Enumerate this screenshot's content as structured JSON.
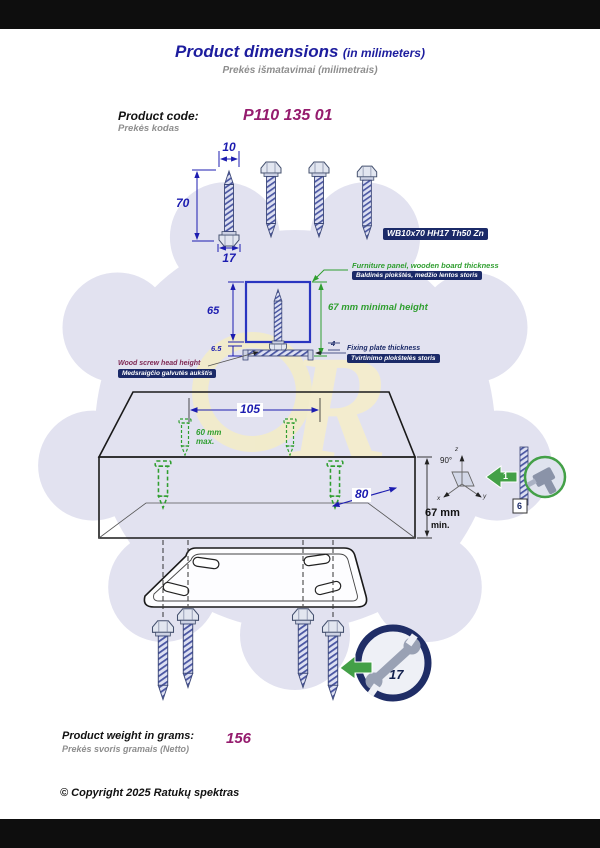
{
  "header": {
    "title": "Product dimensions",
    "title_note": "(in milimeters)",
    "subtitle": "Prekės išmatavimai (milimetrais)"
  },
  "product_code": {
    "label_en": "Product code:",
    "label_lt": "Prekės kodas",
    "value": "P110 135 01"
  },
  "screw": {
    "diameter": "10",
    "length": "70",
    "head_size": "17",
    "spec": "WB10x70 HH17 Th50 Zn"
  },
  "cross_section": {
    "panel_depth": "65",
    "head_height": "6.5",
    "plate_thickness": "4",
    "min_height_label": "67 mm minimal height",
    "furniture_panel_en": "Furniture panel, wooden board thickness",
    "furniture_panel_lt": "Baldinės plokštės, medžio lentos storis",
    "fixing_plate_en": "Fixing plate thickness",
    "fixing_plate_lt": "Tvirtinimo plokštelės storis",
    "screw_head_en": "Wood screw head height",
    "screw_head_lt": "Medsraigčio galvutės aukštis"
  },
  "box": {
    "width": "105",
    "depth": "80",
    "screw_depth_line1": "60 mm",
    "screw_depth_line2": "max.",
    "height": "67 mm",
    "height_note": "min.",
    "angle": "90°",
    "axis_x": "x",
    "axis_y": "y",
    "axis_z": "z",
    "step_number": "1",
    "screw_count": "6",
    "wrench_size": "17"
  },
  "weight": {
    "label_en": "Product weight in grams:",
    "label_lt": "Prekės svoris gramais (Netto)",
    "value": "156"
  },
  "footer": {
    "copyright": "© Copyright 2025 Ratukų spektras"
  },
  "watermark": "R",
  "colors": {
    "title_blue": "#1d1d9e",
    "code_purple": "#951c6e",
    "dimension_blue": "#1c1cb0",
    "annotation_green": "#2f9e2f",
    "navy_box": "#1b2a68",
    "watermark_lavender": "#e2e2f0"
  }
}
